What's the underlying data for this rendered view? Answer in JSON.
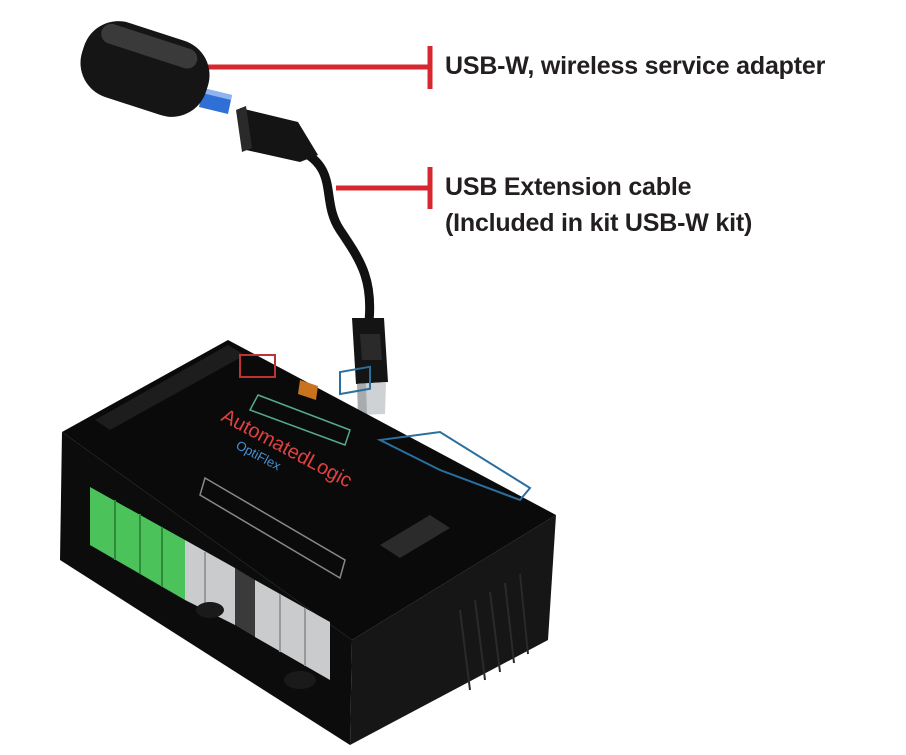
{
  "callouts": [
    {
      "lines": [
        "USB-W, wireless service adapter"
      ]
    },
    {
      "lines": [
        "USB Extension cable",
        "(Included in kit USB-W kit)"
      ]
    }
  ],
  "logo_text": [
    "AutomatedLogic",
    "OptiFlex"
  ],
  "colors": {
    "leader_line": "#d7282f",
    "text": "#231f20",
    "device_body": "#111111",
    "terminal_green": "#4cc25a",
    "terminal_gray": "#c9cbcc",
    "usb_blue": "#2f6fd6",
    "port_blue": "#2a6f9e"
  }
}
